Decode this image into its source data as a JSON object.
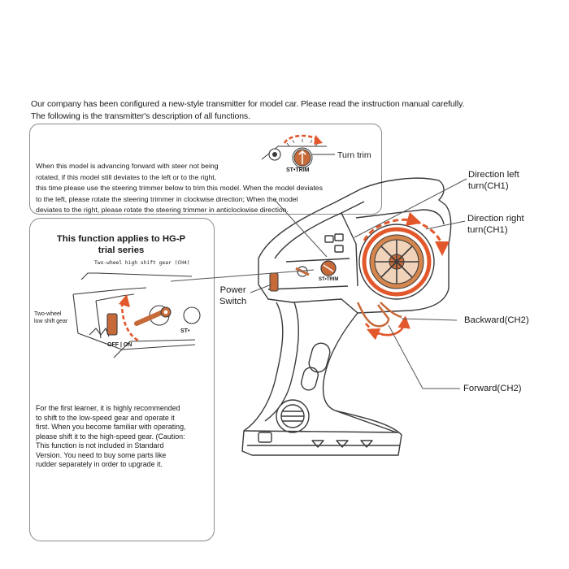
{
  "intro": {
    "line1": "Our company has been configured a new-style transmitter for model car. Please read the instruction manual carefully.",
    "line2": "The following is the transmitter's description of all functions."
  },
  "trim_panel": {
    "label": "Turn trim",
    "knob_label": "ST•TRIM",
    "lines": [
      "When this model is advancing forward with steer not being",
      "rotated, if this model still deviates to the left or to the right,",
      "this time please use the steering trimmer below to trim this model. When the model deviates",
      "to the left, please rotate the steering trimmer in clockwise direction; When the model",
      "deviates to the right, please rotate the steering trimmer in anticlockwise direction."
    ]
  },
  "gear_panel": {
    "title_line1": "This function applies to HG-P",
    "title_line2": "trial series",
    "high_label": "Two-wheel high shift gear (CH4)",
    "low_label_line1": "Two-wheel",
    "low_label_line2": "low shift gear",
    "off_on_label": "OFF | ON",
    "st_label": "ST•",
    "lines": [
      "For the first learner, it is highly recommended",
      "to shift to the low-speed gear and operate it",
      "first. When you become familiar with operating,",
      "please shift it to the high-speed gear. (Caution:",
      "This function is not included in Standard",
      "Version. You need to buy some parts like",
      "rudder separately in order to upgrade it."
    ]
  },
  "callouts": {
    "power_switch_line1": "Power",
    "power_switch_line2": "Switch",
    "direction_left_line1": "Direction left",
    "direction_left_line2": "turn(CH1)",
    "direction_right_line1": "Direction right",
    "direction_right_line2": "turn(CH1)",
    "backward": "Backward(CH2)",
    "forward": "Forward(CH2)",
    "body_trim_label": "ST•TRIM"
  },
  "colors": {
    "accent": "#e2572b",
    "knob_fill": "#c76a3a",
    "outline": "#3a3a3a",
    "panel_border": "#8a8a8a"
  }
}
